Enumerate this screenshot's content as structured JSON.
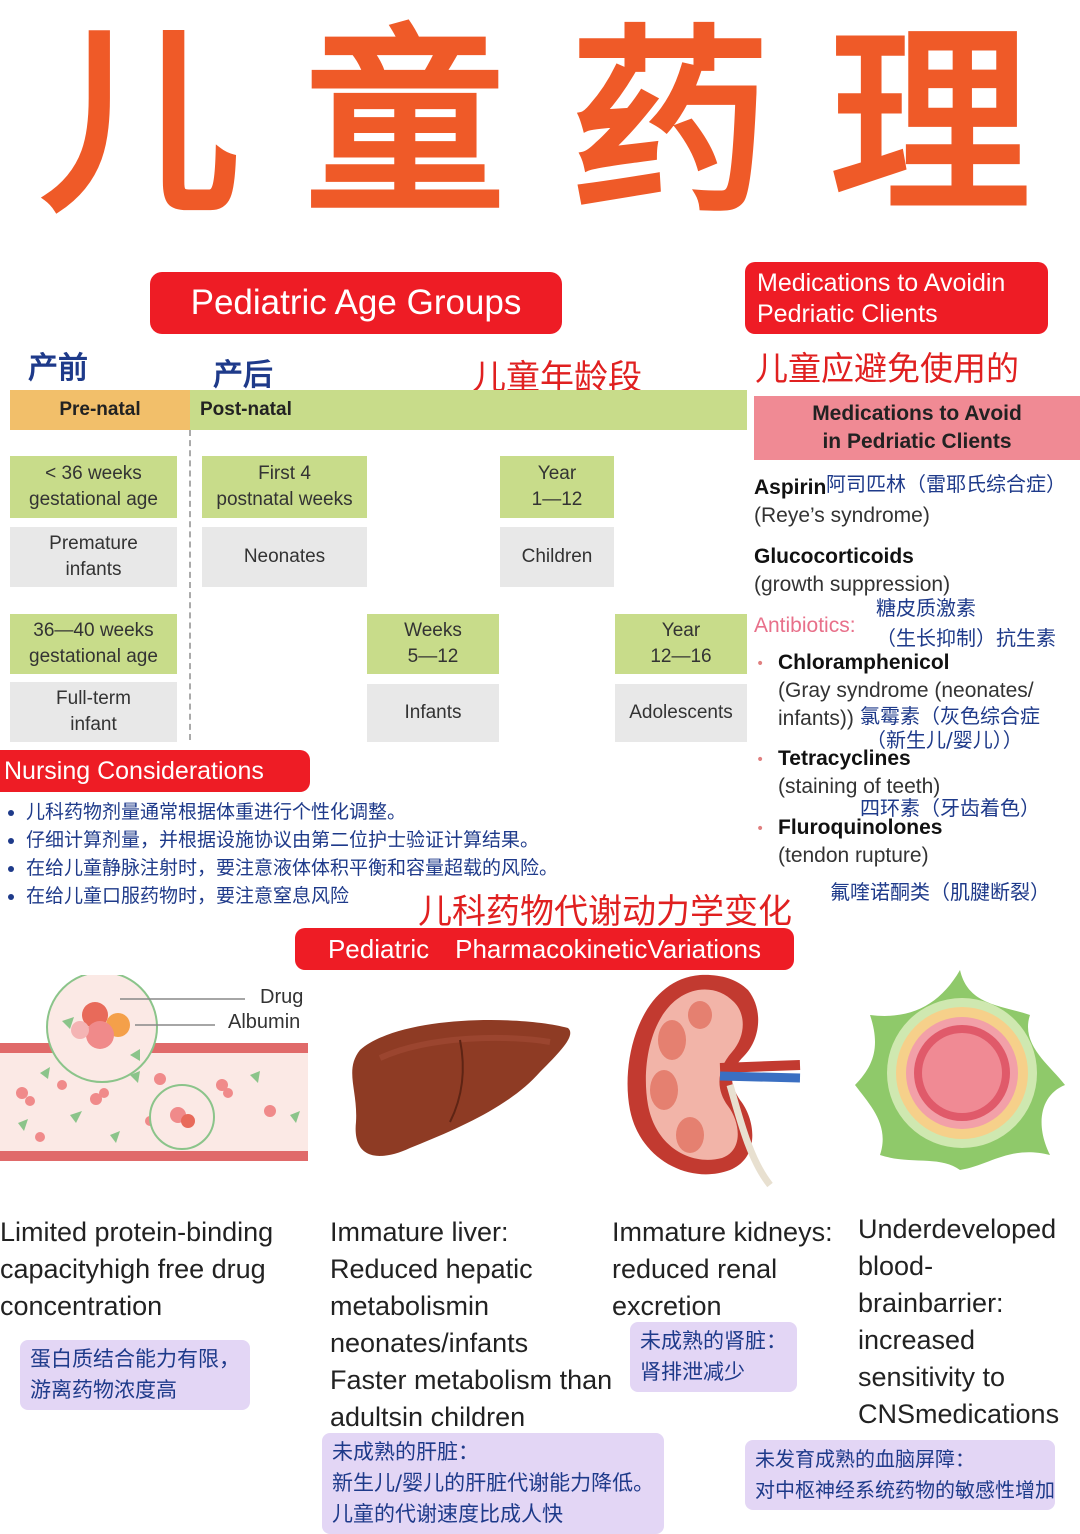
{
  "title_chars": [
    "儿",
    "童",
    "药",
    "理"
  ],
  "age_groups": {
    "title": "Pediatric Age Groups",
    "cn_prenatal": "产前",
    "cn_postnatal": "产后",
    "cn_title": "儿童年龄段",
    "header_prenatal": "Pre-natal",
    "header_postnatal": "Post-natal",
    "cells": {
      "weeks36": "< 36 weeks\ngestational age",
      "premature": "Premature\ninfants",
      "weeks36_40": "36—40 weeks\ngestational age",
      "fullterm": "Full-term\ninfant",
      "first4": "First 4\npostnatal weeks",
      "neonates": "Neonates",
      "year1_12": "Year\n1—12",
      "children": "Children",
      "weeks5_12": "Weeks\n5—12",
      "infants": "Infants",
      "year12_16": "Year\n12—16",
      "adolescents": "Adolescents"
    }
  },
  "medications": {
    "title": "Medications to Avoidin\nPedriatic Clients",
    "cn_title": "儿童应避免使用的",
    "header": "Medications to Avoid\nin Pedriatic Clients",
    "aspirin_name": "Aspirin",
    "aspirin_cn": "阿司匹林（雷耶氏综合症）",
    "aspirin_note": "(Reye’s syndrome)",
    "gluco_name": "Glucocorticoids",
    "gluco_note": "(growth suppression)",
    "gluco_cn": "糖皮质激素",
    "antibiotics_label": "Antibiotics:",
    "antibiotics_cn": "（生长抑制）抗生素",
    "chloram_name": "Chloramphenicol",
    "chloram_note": "(Gray syndrome (neonates/\ninfants))",
    "chloram_cn1": "氯霉素（灰色综合症",
    "chloram_cn2": "（新生儿/婴儿））",
    "tetra_name": "Tetracyclines",
    "tetra_note": "(staining of teeth)",
    "tetra_cn": "四环素（牙齿着色）",
    "fluoro_name": "Fluroquinolones",
    "fluoro_note": "(tendon rupture)",
    "fluoro_cn": "氟喹诺酮类（肌腱断裂）"
  },
  "nursing": {
    "title": "Nursing Considerations",
    "items": [
      "儿科药物剂量通常根据体重进行个性化调整。",
      "仔细计算剂量，并根据设施协议由第二位护士验证计算结果。",
      "在给儿童静脉注射时，要注意液体体积平衡和容量超载的风险。",
      "在给儿童口服药物时，要注意窒息风险"
    ]
  },
  "pk": {
    "cn_title": "儿科药物代谢动力学变化",
    "title": "Pediatric　PharmacokineticVariations",
    "drug_label": "Drug",
    "albumin_label": "Albumin",
    "protein_en": "Limited protein-binding\ncapacityhigh free drug\nconcentration",
    "protein_cn": "蛋白质结合能力有限，\n游离药物浓度高",
    "liver_en": "Immature liver:\nReduced hepatic\nmetabolismin\nneonates/infants\nFaster metabolism than\nadultsin children",
    "liver_cn": "未成熟的肝脏：\n新生儿/婴儿的肝脏代谢能力降低。\n儿童的代谢速度比成人快",
    "kidney_en": "Immature kidneys:\nreduced renal\nexcretion",
    "kidney_cn": "未成熟的肾脏：\n肾排泄减少",
    "brain_en": "Underdeveloped\nblood-\nbrainbarrier:\nincreased\nsensitivity to\nCNSmedications",
    "brain_cn": "未发育成熟的血脑屏障：\n对中枢神经系统药物的敏感性增加"
  },
  "colors": {
    "title_orange": "#ef5a28",
    "red": "#ee1c25",
    "green_cell": "#c8dc8a",
    "gray_cell": "#e8e8e8",
    "orange_header": "#f2bf6a",
    "pink_header": "#f08a94",
    "purple_note": "#e3d6f5",
    "navy_text": "#1e3a8a"
  }
}
